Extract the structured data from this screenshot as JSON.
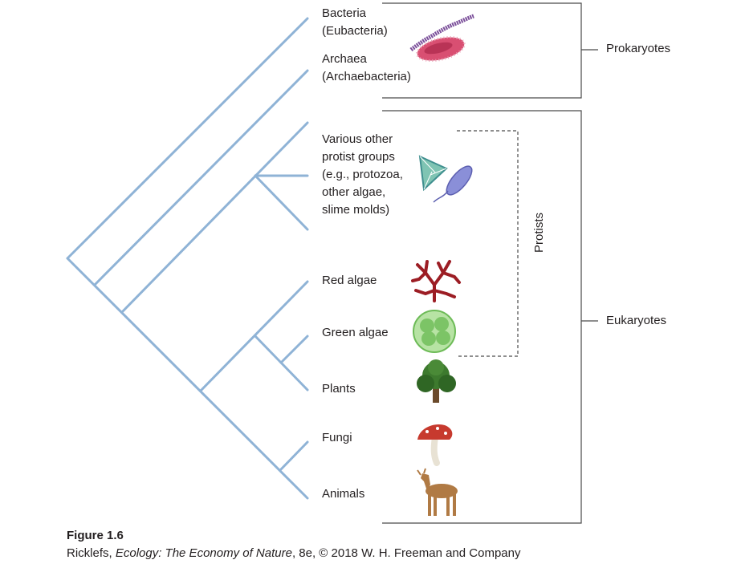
{
  "taxa": [
    {
      "id": "bacteria",
      "lines": [
        "Bacteria",
        "(Eubacteria)"
      ],
      "icon": "bacteria-icon"
    },
    {
      "id": "archaea",
      "lines": [
        "Archaea",
        "(Archaebacteria)"
      ],
      "icon": null
    },
    {
      "id": "protists",
      "lines": [
        "Various other",
        "protist groups",
        "(e.g., protozoa,",
        "other algae,",
        "slime molds)"
      ],
      "icon": "protozoa-icon"
    },
    {
      "id": "red-algae",
      "lines": [
        "Red algae"
      ],
      "icon": "red-algae-icon"
    },
    {
      "id": "green-algae",
      "lines": [
        "Green algae"
      ],
      "icon": "green-algae-icon"
    },
    {
      "id": "plants",
      "lines": [
        "Plants"
      ],
      "icon": "tree-icon"
    },
    {
      "id": "fungi",
      "lines": [
        "Fungi"
      ],
      "icon": "mushroom-icon"
    },
    {
      "id": "animals",
      "lines": [
        "Animals"
      ],
      "icon": "deer-icon"
    }
  ],
  "groups": {
    "prokaryotes": "Prokaryotes",
    "eukaryotes": "Eukaryotes",
    "protists": "Protists"
  },
  "caption": {
    "figure": "Figure 1.6",
    "author": "Ricklefs, ",
    "book": "Ecology: The Economy of Nature",
    "rest": ", 8e, © 2018 W. H. Freeman and Company"
  },
  "colors": {
    "branch": "#8fb3d6",
    "bracket": "#4a4a4a",
    "text": "#231f20"
  }
}
